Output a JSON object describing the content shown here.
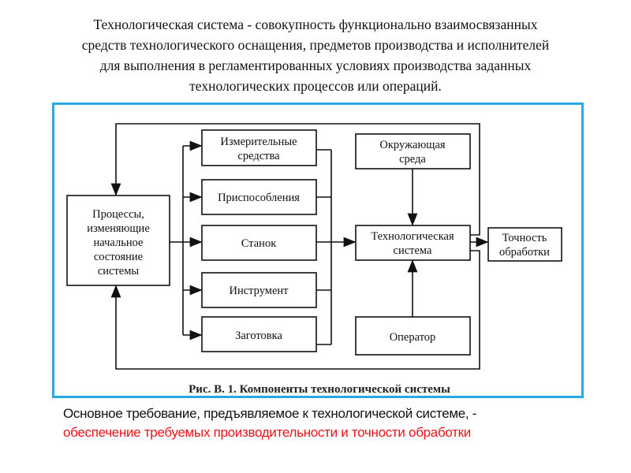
{
  "title": {
    "lines": [
      "Технологическая система - совокупность функционально взаимосвязанных",
      "средств технологического оснащения, предметов производства и исполнителей",
      "для выполнения в регламентированных условиях производства заданных",
      "технологических процессов или операций."
    ]
  },
  "diagram": {
    "processes": [
      "Процессы,",
      "изменяющие",
      "начальное",
      "состояние",
      "системы"
    ],
    "measuring": [
      "Измерительные",
      "средства"
    ],
    "fixtures": "Приспособления",
    "machine": "Станок",
    "tool": "Инструмент",
    "workpiece": "Заготовка",
    "environment": [
      "Окружающая",
      "среда"
    ],
    "tech_system": [
      "Технологическая",
      "система"
    ],
    "operator": "Оператор",
    "accuracy": [
      "Точность",
      "обработки"
    ],
    "caption": "Рис. В. 1. Компоненты технологической системы"
  },
  "bottom": {
    "line1": "Основное требование, предъявляемое к технологической системе, -",
    "line2": "обеспечение требуемых производительности и точности обработки"
  },
  "colors": {
    "frame": "#29a9e1",
    "highlight": "#e8141c"
  }
}
